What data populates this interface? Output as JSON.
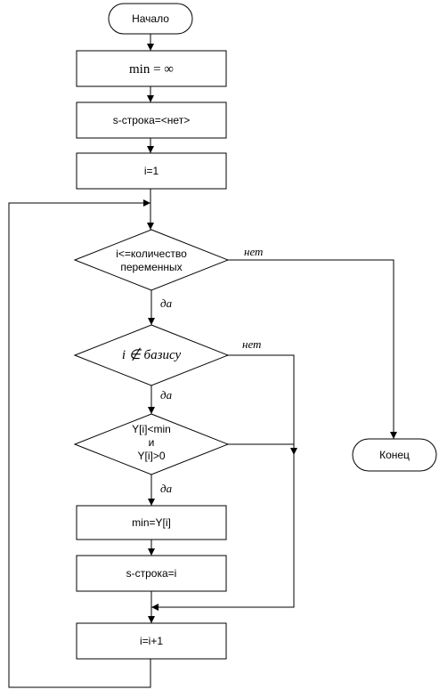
{
  "nodes": {
    "start": "Начало",
    "init_min": "min = ∞",
    "init_row": "s-строка=<нет>",
    "init_i": "i=1",
    "cond_count": [
      "i<=количество",
      "переменных"
    ],
    "cond_basis": "i ∉ базису",
    "cond_y": [
      "Y[i]<min",
      "и",
      "Y[i]>0"
    ],
    "set_min": "min=Y[i]",
    "set_row": "s-строка=i",
    "increment": "i=i+1",
    "end": "Конец"
  },
  "edges": {
    "yes": "да",
    "no": "нет"
  }
}
